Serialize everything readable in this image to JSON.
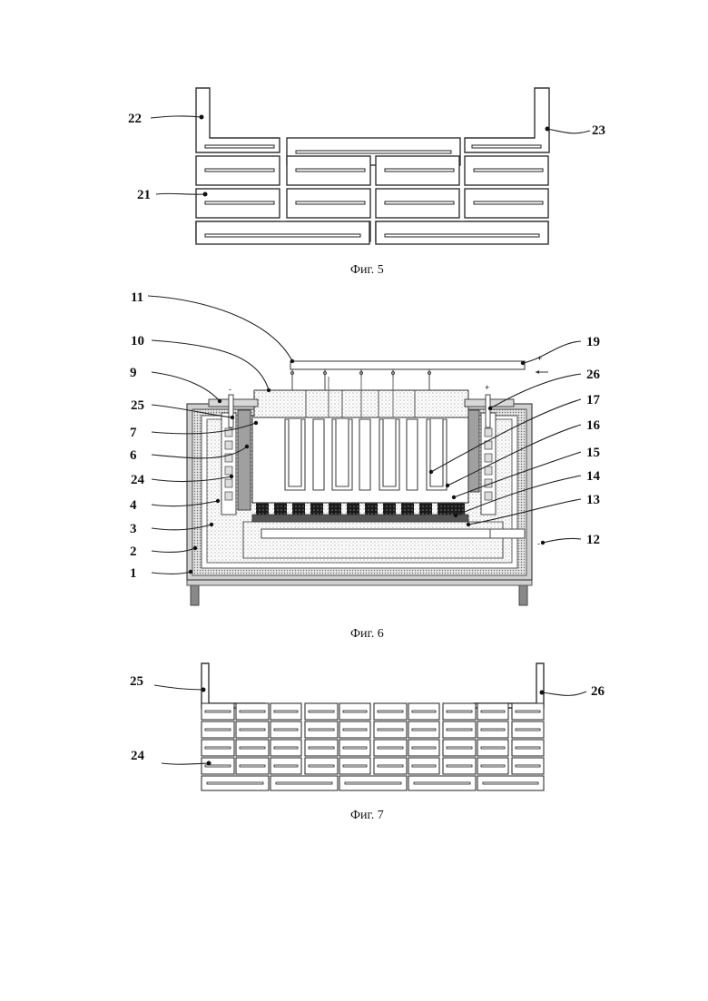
{
  "figures": [
    {
      "caption": "Фиг. 5",
      "labels": [
        "22",
        "21",
        "23"
      ]
    },
    {
      "caption": "Фиг. 6",
      "labels": [
        "11",
        "10",
        "9",
        "25",
        "7",
        "6",
        "24",
        "4",
        "3",
        "2",
        "1",
        "19",
        "26",
        "17",
        "16",
        "15",
        "14",
        "13",
        "12"
      ],
      "terminal_signs": [
        "+",
        "-",
        "-",
        "+"
      ]
    },
    {
      "caption": "Фиг. 7",
      "labels": [
        "25",
        "26",
        "24"
      ]
    }
  ],
  "colors": {
    "line": "#222222",
    "hatch": "#9a9a9a",
    "fill_dark": "#1a1a1a",
    "dotted": "#bdbdbd"
  }
}
